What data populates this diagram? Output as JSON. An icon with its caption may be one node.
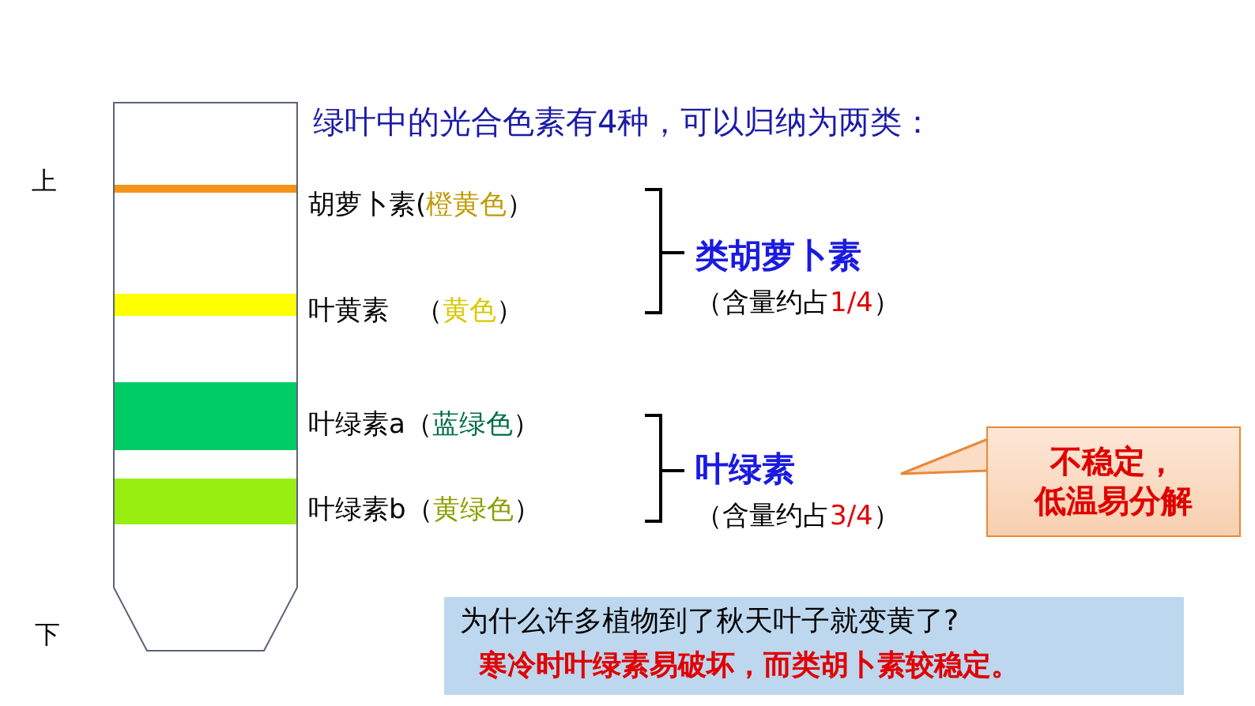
{
  "diagram": {
    "title": "绿叶中的光合色素有**4**种，可以归纳为两类：",
    "nodes": [
      {
        "text": [
          "类胡萝卜素",
          "（含量约占**1/4**）"
        ]
      },
      {
        "text": [
          "叶绿素",
          "（含量约占**3/4**）"
        ]
      },
      {
        "text": [
          "不稳定，低温易分解"
        ]
      },
      {
        "text": [
          "为什么许多植物到了秋天叶子就变黄了?",
          "寒冷时叶绿素易破坏，而类胡卜素较稳定。"
        ]
      }
    ],
    "edges": [
      {
        "from": 2,
        "to": 1,
        "arrow": "none"
      }
    ],
    "labels": [
      "上",
      "胡萝卜素(**橙黄色**）",
      "叶黄素　（**黄色**）",
      "叶绿素a（**蓝绿色**）",
      "叶绿素b（**黄绿色**）",
      "下"
    ]
  }
}
